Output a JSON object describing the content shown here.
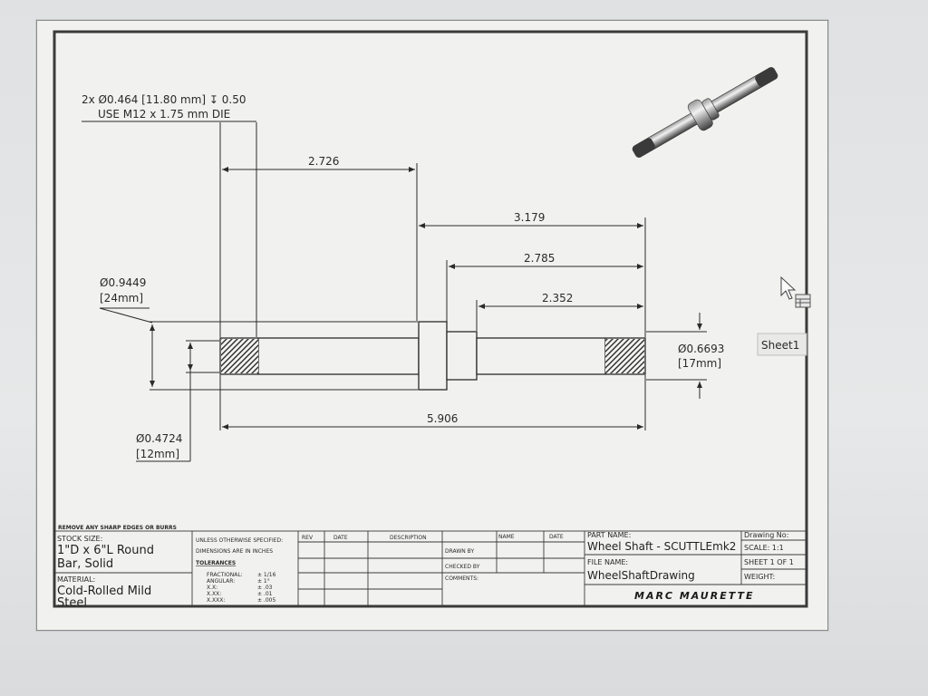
{
  "drawing": {
    "callouts": {
      "hole_line1": "2x Ø0.464 [11.80 mm] ↧ 0.50",
      "hole_line2": "USE M12 x 1.75 mm DIE",
      "dia_large": "Ø0.9449",
      "dia_large_mm": "[24mm]",
      "dia_small": "Ø0.4724",
      "dia_small_mm": "[12mm]",
      "dia_mid": "Ø0.6693",
      "dia_mid_mm": "[17mm]"
    },
    "dimensions": {
      "d1": "2.726",
      "d2": "3.179",
      "d3": "2.785",
      "d4": "2.352",
      "overall": "5.906"
    },
    "sheet_tab": "Sheet1"
  },
  "title_block": {
    "note": "REMOVE ANY SHARP EDGES OR BURRS",
    "stock_size_label": "STOCK SIZE:",
    "stock_size_line1": "1\"D x 6\"L Round",
    "stock_size_line2": "Bar, Solid",
    "material_label": "MATERIAL:",
    "material_line1": "Cold-Rolled Mild",
    "material_line2": "Steel",
    "unless": "UNLESS OTHERWISE SPECIFIED:",
    "dims_in": "DIMENSIONS ARE IN INCHES",
    "tolerances": "TOLERANCES",
    "tol_rows": [
      {
        "label": "FRACTIONAL:",
        "value": "± 1/16"
      },
      {
        "label": "ANGULAR:",
        "value": "± 1°"
      },
      {
        "label": "X.X:",
        "value": "± .03"
      },
      {
        "label": "X.XX:",
        "value": "± .01"
      },
      {
        "label": "X.XXX:",
        "value": "± .005"
      }
    ],
    "rev": "REV",
    "date": "DATE",
    "description": "DESCRIPTION",
    "name": "NAME",
    "date2": "DATE",
    "drawn_by": "DRAWN BY",
    "checked_by": "CHECKED BY",
    "comments": "COMMENTS:",
    "part_name_label": "PART NAME:",
    "part_name": "Wheel Shaft - SCUTTLEmk2",
    "file_name_label": "FILE NAME:",
    "file_name": "WheelShaftDrawing",
    "drawing_no": "Drawing No:",
    "scale": "SCALE: 1:1",
    "sheet": "SHEET 1 OF 1",
    "weight": "WEIGHT:",
    "author": "MARC MAURETTE"
  },
  "colors": {
    "line": "#2a2a2a",
    "sheet": "#f1f2ef",
    "background": "#e2e4e5"
  },
  "icons": [
    "mouse-cursor-icon",
    "spreadsheet-icon"
  ]
}
